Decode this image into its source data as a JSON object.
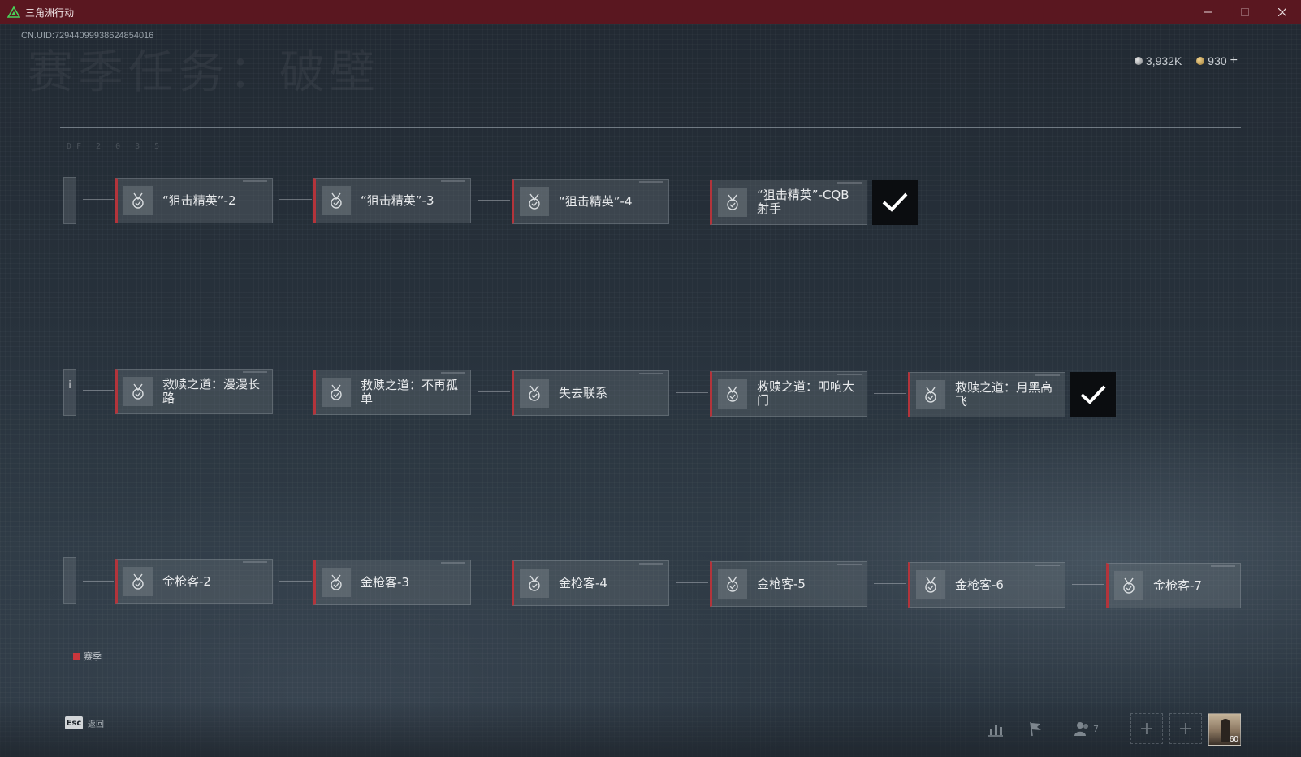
{
  "window": {
    "title": "三角洲行动",
    "controls": [
      "minimize",
      "maximize",
      "close"
    ],
    "accent_color": "#5a1720"
  },
  "header": {
    "uid": "CN.UID:72944099938624854016",
    "bg_title": "赛季任务：破壁"
  },
  "currency": {
    "silver": "3,932K",
    "gold": "930",
    "add_label": "+"
  },
  "tasks": {
    "row1": [
      {
        "label": "“狙击精英”-2"
      },
      {
        "label": "“狙击精英”-3"
      },
      {
        "label": "“狙击精英”-4"
      },
      {
        "label": "“狙击精英”-CQB射手"
      }
    ],
    "row2": [
      {
        "label": "救赎之道：漫漫长路"
      },
      {
        "label": "救赎之道：不再孤单"
      },
      {
        "label": "失去联系"
      },
      {
        "label": "救赎之道：叩响大门"
      },
      {
        "label": "救赎之道：月黑高飞"
      }
    ],
    "row3": [
      {
        "label": "金枪客-2"
      },
      {
        "label": "金枪客-3"
      },
      {
        "label": "金枪客-4"
      },
      {
        "label": "金枪客-5"
      },
      {
        "label": "金枪客-6"
      },
      {
        "label": "金枪客-7"
      }
    ],
    "stub_char": "i"
  },
  "legend": {
    "label": "赛季",
    "color": "#c9363c"
  },
  "bottom": {
    "esc_key": "Esc",
    "back_label": "返回",
    "friends_count": "7",
    "level": "60"
  }
}
